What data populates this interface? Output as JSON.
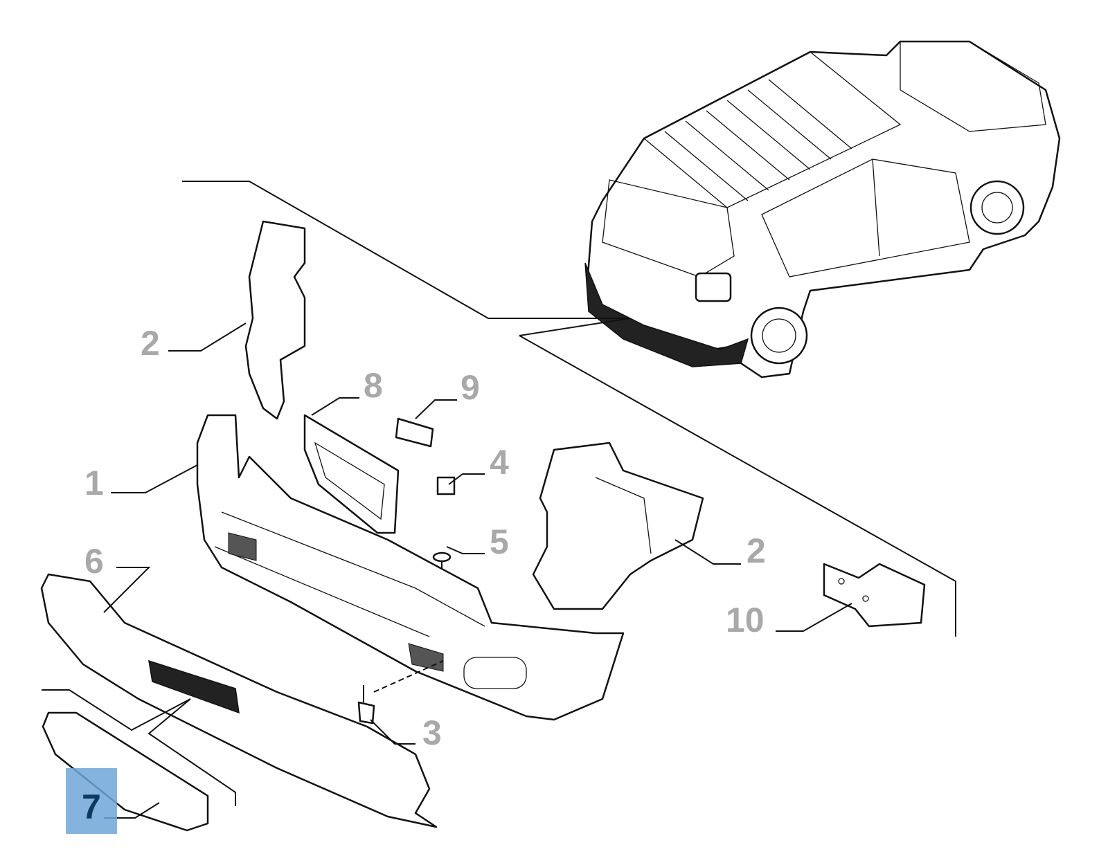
{
  "diagram": {
    "title": "Rear bumper exploded parts diagram",
    "labels": [
      {
        "id": "1",
        "text": "1"
      },
      {
        "id": "2a",
        "text": "2"
      },
      {
        "id": "2b",
        "text": "2"
      },
      {
        "id": "3",
        "text": "3"
      },
      {
        "id": "4",
        "text": "4"
      },
      {
        "id": "5",
        "text": "5"
      },
      {
        "id": "6",
        "text": "6"
      },
      {
        "id": "7",
        "text": "7",
        "highlighted": true
      },
      {
        "id": "8",
        "text": "8"
      },
      {
        "id": "9",
        "text": "9"
      },
      {
        "id": "10",
        "text": "10"
      }
    ],
    "colors": {
      "label": "#a9a9a9",
      "highlight_box": "#6fa7d7",
      "highlight_text": "#0d3a5e",
      "line": "#111111"
    }
  }
}
